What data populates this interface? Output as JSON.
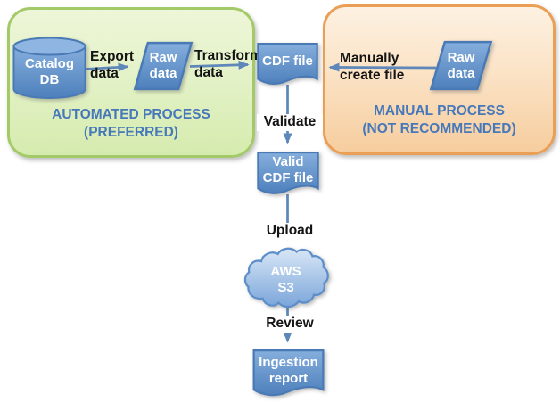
{
  "groups": {
    "automated": {
      "title_line1": "AUTOMATED PROCESS",
      "title_line2": "(PREFERRED)"
    },
    "manual": {
      "title_line1": "MANUAL PROCESS",
      "title_line2": "(NOT RECOMMENDED)"
    }
  },
  "nodes": {
    "catalog_db": {
      "shape": "cylinder",
      "line1": "Catalog",
      "line2": "DB"
    },
    "raw_data_left": {
      "shape": "parallelogram",
      "line1": "Raw",
      "line2": "data"
    },
    "cdf_file": {
      "shape": "document",
      "line1": "CDF file"
    },
    "raw_data_right": {
      "shape": "parallelogram",
      "line1": "Raw",
      "line2": "data"
    },
    "valid_cdf_file": {
      "shape": "document",
      "line1": "Valid",
      "line2": "CDF file"
    },
    "aws_s3": {
      "shape": "cloud",
      "line1": "AWS",
      "line2": "S3"
    },
    "ingestion_report": {
      "shape": "document",
      "line1": "Ingestion",
      "line2": "report"
    }
  },
  "edge_labels": {
    "export": {
      "line1": "Export",
      "line2": "data"
    },
    "transform": {
      "line1": "Transform",
      "line2": "data"
    },
    "manually_create": {
      "line1": "Manually",
      "line2": "create file"
    },
    "validate": "Validate",
    "upload": "Upload",
    "review": "Review"
  },
  "colors": {
    "node_gradient_top": "#85AEDC",
    "node_gradient_bottom": "#4E80BC",
    "node_border": "#4A7AB5",
    "cylinder_top": "#8FB6E2",
    "cloud_gradient_top": "#D9E7F6",
    "cloud_gradient_bottom": "#7BA6DA",
    "arrow": "#5E87BA",
    "group_title_text": "#4678BA",
    "automated_border": "#A3C969",
    "automated_fill_top": "#EDF6D8",
    "automated_fill_bottom": "#D5EBAE",
    "manual_border": "#E99F56",
    "manual_fill_top": "#FDF1E2",
    "manual_fill_bottom": "#F6CD9E",
    "node_text": "#FFFFFF",
    "edge_label_text": "#141414"
  }
}
